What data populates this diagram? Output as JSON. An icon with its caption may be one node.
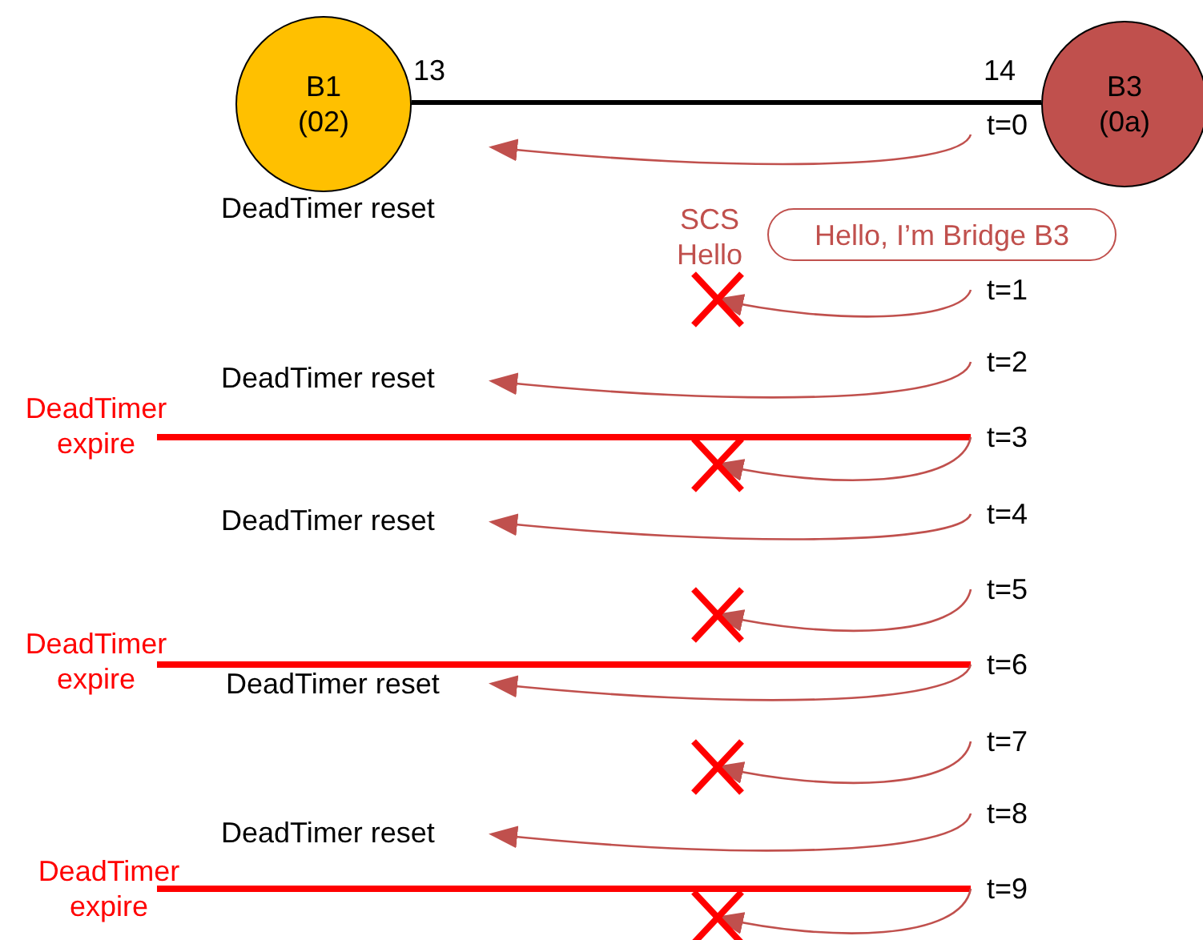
{
  "diagram": {
    "nodes": [
      {
        "text": [
          "B1 (02)"
        ]
      },
      {
        "text": [
          "B3 (0a)"
        ]
      },
      {
        "text": [
          "Hello, I’m Bridge B3"
        ]
      }
    ],
    "edges": [
      {
        "from": 0,
        "to": 1,
        "arrow": "none"
      }
    ],
    "labels": [
      "13",
      "14",
      "t=0",
      "DeadTimer reset",
      "SCS Hello",
      "t=1",
      "t=2",
      "DeadTimer reset",
      "DeadTimer expire",
      "t=3",
      "t=4",
      "DeadTimer reset",
      "t=5",
      "DeadTimer expire",
      "t=6",
      "DeadTimer reset",
      "t=7",
      "t=8",
      "DeadTimer reset",
      "DeadTimer expire",
      "t=9"
    ]
  }
}
